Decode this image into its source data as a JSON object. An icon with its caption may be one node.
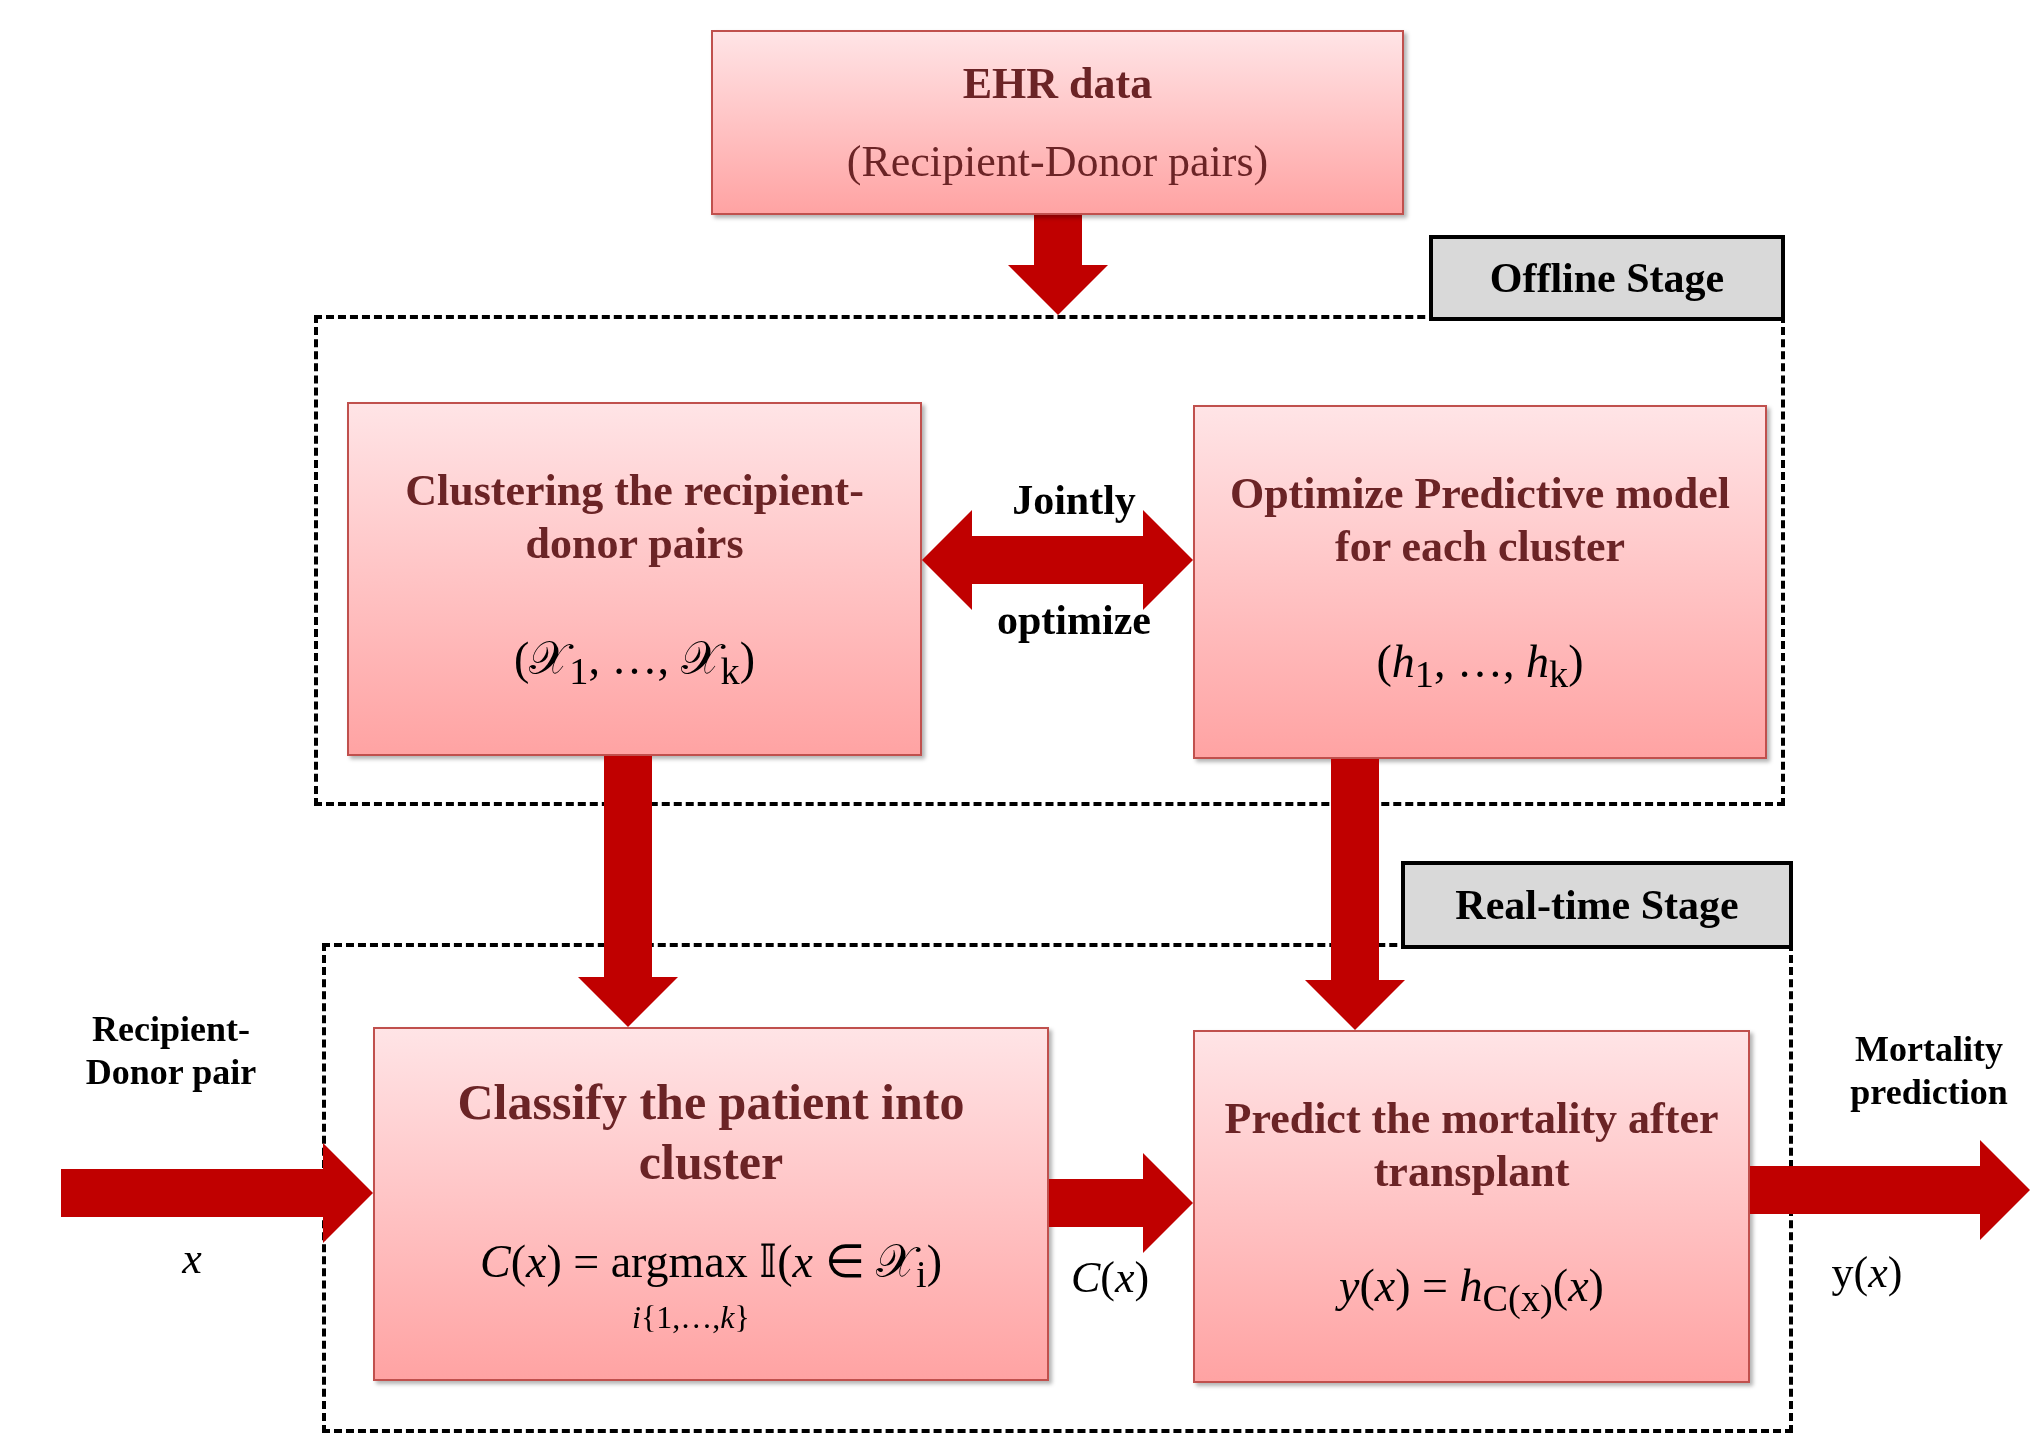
{
  "diagram": {
    "nodes": [
      {
        "text": [
          "EHR data",
          "(Recipient-Donor pairs)"
        ]
      },
      {
        "text": [
          "Offline Stage"
        ]
      },
      {
        "text": [
          "Clustering the recipient-donor pairs",
          "(𝒳$_{1}$, …, 𝒳$_{k}$)"
        ],
        "in": 1
      },
      {
        "text": [
          "Optimize Predictive model for each cluster",
          "(*h*$_{1}$, …, *h*$_{k}$)"
        ],
        "in": 1
      },
      {
        "text": [
          "Real-time Stage"
        ]
      },
      {
        "text": [
          "Classify the patient into cluster",
          "*C*(*x*) = argmax 𝕀(*x* ∈ 𝒳$_{i}$)",
          "*i*{1,…,*k*}"
        ],
        "in": 4
      },
      {
        "text": [
          "Predict the mortality after transplant",
          "*y*(*x*) = *h*$_{C(x)}$(*x*)"
        ],
        "in": 4
      }
    ],
    "edges": [
      {
        "from": 0,
        "to": 1,
        "arrow": "to"
      },
      {
        "from": 2,
        "to": 3,
        "arrow": "both",
        "label": "Jointly optimize"
      },
      {
        "from": 2,
        "to": 5,
        "arrow": "to"
      },
      {
        "from": 3,
        "to": 6,
        "arrow": "to"
      },
      {
        "from": null,
        "to": 5,
        "arrow": "to",
        "label": "*x*"
      },
      {
        "from": 5,
        "to": 6,
        "arrow": "to",
        "label": "*C*(*x*)"
      },
      {
        "from": 6,
        "to": null,
        "arrow": "to",
        "label": "y(*x*)"
      }
    ],
    "labels": [
      "Recipient-Donor pair",
      "Mortality prediction"
    ]
  }
}
